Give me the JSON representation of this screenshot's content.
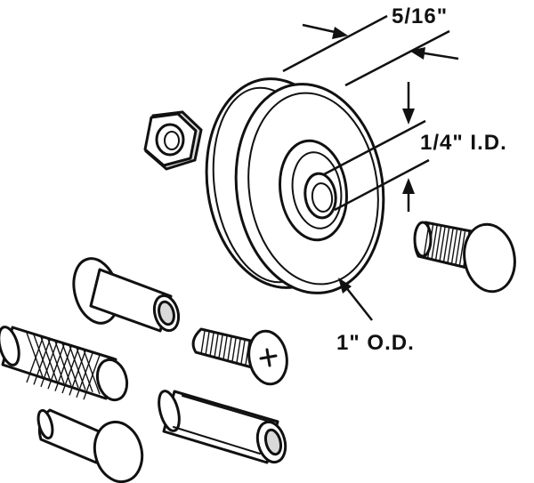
{
  "labels": {
    "width": "5/16\"",
    "inner_diameter": "1/4\" I.D.",
    "outer_diameter": "1\" O.D."
  },
  "parts": [
    "roller-wheel",
    "hex-nut",
    "threaded-sleeve-bushing",
    "flat-head-screw",
    "knurled-pin",
    "plain-rivet-pin",
    "hollow-tube-pin",
    "threaded-axle-stud"
  ]
}
